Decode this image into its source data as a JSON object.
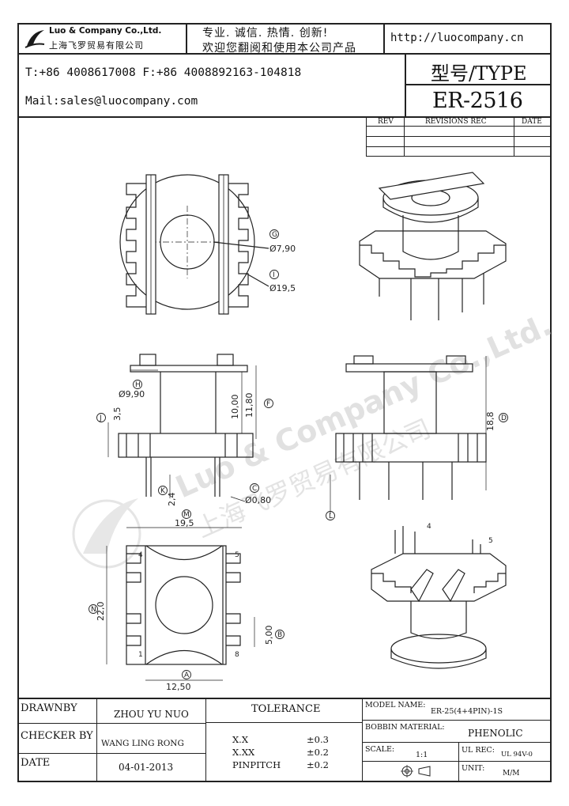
{
  "header": {
    "company_name": "Luo & Company Co.,Ltd.",
    "company_name_cn": "上海飞罗贸易有限公司",
    "slogan_line1": "专业. 诚信.  热情.  创新!",
    "slogan_line2": "欢迎您翻阅和使用本公司产品",
    "website": "http://luocompany.cn",
    "phone": "T:+86 4008617008 F:+86 4008892163-104818",
    "mail": "Mail:sales@luocompany.com",
    "type_label": "型号/TYPE",
    "type_value": "ER-2516"
  },
  "revisions": {
    "col_rev": "REV",
    "col_rec": "REVISIONS REC",
    "col_date": "DATE"
  },
  "watermark": {
    "text": "Luo & Company Co.,Ltd.",
    "text_cn": "上海飞罗贸易有限公司"
  },
  "dimensions": {
    "g": "Ø7,90",
    "i": "Ø19,5",
    "h": "Ø9,90",
    "d10": "10,00",
    "f": "11,80",
    "j": "3,5",
    "k": "2,4",
    "c": "Ø0,80",
    "d": "18,8",
    "m": "19,5",
    "n": "22,0",
    "b": "5,00",
    "a": "12,50",
    "pin4": "4",
    "pin5": "5",
    "pin1": "1",
    "pin8": "8",
    "iso_pin4": "4",
    "iso_pin5": "5"
  },
  "circle_letters": {
    "g": "G",
    "i": "I",
    "h": "H",
    "j": "J",
    "f": "F",
    "k": "K",
    "c": "C",
    "d": "D",
    "m": "M",
    "n": "N",
    "b": "B",
    "a": "A",
    "l": "L"
  },
  "title_block": {
    "drawn_by_label": "DRAWNBY",
    "drawn_by_value": "ZHOU YU NUO",
    "checker_label": "CHECKER BY",
    "checker_value": "WANG LING RONG",
    "date_label": "DATE",
    "date_value": "04-01-2013",
    "tolerance_label": "TOLERANCE",
    "tol_xx_label": "X.X",
    "tol_xx_value": "±0.3",
    "tol_xxx_label": "X.XX",
    "tol_xxx_value": "±0.2",
    "tol_pin_label": "PINPITCH",
    "tol_pin_value": "±0.2",
    "model_label": "MODEL NAME:",
    "model_value": "ER-25(4+4PIN)-1S",
    "bobbin_label": "BOBBIN MATERIAL:",
    "bobbin_value": "PHENOLIC",
    "scale_label": "SCALE:",
    "scale_value": "1:1",
    "ul_label": "UL REC:",
    "ul_value": "UL 94V-0",
    "unit_label": "UNIT:",
    "unit_value": "M/M"
  },
  "colors": {
    "line": "#222222",
    "watermark": "#c8c8c8"
  }
}
